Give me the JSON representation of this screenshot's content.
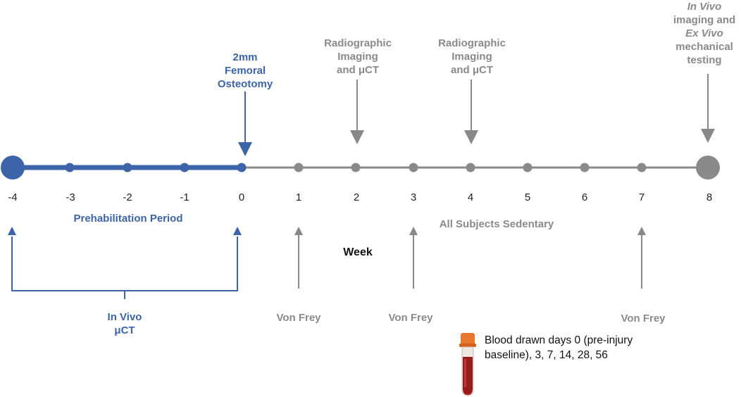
{
  "timeline": {
    "week_label": "Week",
    "ticks": [
      "-4",
      "-3",
      "-2",
      "-1",
      "0",
      "1",
      "2",
      "3",
      "4",
      "5",
      "6",
      "7",
      "8"
    ]
  },
  "annotations": {
    "osteotomy": [
      "2mm",
      "Femoral",
      "Osteotomy"
    ],
    "imaging_week2": [
      "Radiographic",
      "Imaging",
      "and μCT"
    ],
    "imaging_week4": [
      "Radiographic",
      "Imaging",
      "and μCT"
    ],
    "final": {
      "line1": "In Vivo",
      "line2": "imaging and",
      "line3": "Ex Vivo",
      "line4": "mechanical",
      "line5": "testing"
    },
    "prehab_period": "Prehabilitation Period",
    "sedentary": "All Subjects Sedentary",
    "in_vivo_uct": [
      "In Vivo",
      "μCT"
    ],
    "von_frey_1": "Von Frey",
    "von_frey_3": "Von Frey",
    "von_frey_7": "Von Frey",
    "blood": "Blood drawn days 0 (pre-injury baseline), 3, 7, 14, 28, 56"
  },
  "colors": {
    "prehab_blue": "#3d64a8",
    "timeline_gray": "#888888",
    "tube_cap": "#e8772e",
    "blood_red": "#9b1b1b"
  }
}
